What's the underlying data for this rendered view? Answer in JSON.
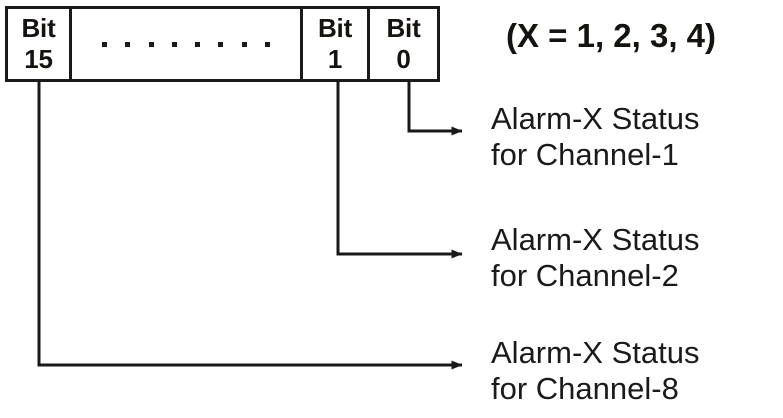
{
  "diagram": {
    "register": {
      "cells": [
        {
          "name": "bit15",
          "word": "Bit",
          "number": "15"
        },
        {
          "name": "ellipsis",
          "word": "",
          "number": "",
          "dot_count": 8
        },
        {
          "name": "bit1",
          "word": "Bit",
          "number": "1"
        },
        {
          "name": "bit0",
          "word": "Bit",
          "number": "0"
        }
      ]
    },
    "note": "(X = 1, 2, 3, 4)",
    "callouts": [
      {
        "source_bit": "0",
        "line1": "Alarm-X Status",
        "line2": "for Channel-1"
      },
      {
        "source_bit": "1",
        "line1": "Alarm-X Status",
        "line2": "for Channel-2"
      },
      {
        "source_bit": "15",
        "line1": "Alarm-X Status",
        "line2": "for Channel-8"
      }
    ],
    "colors": {
      "ink": "#1a1a1a",
      "background": "#ffffff"
    }
  }
}
